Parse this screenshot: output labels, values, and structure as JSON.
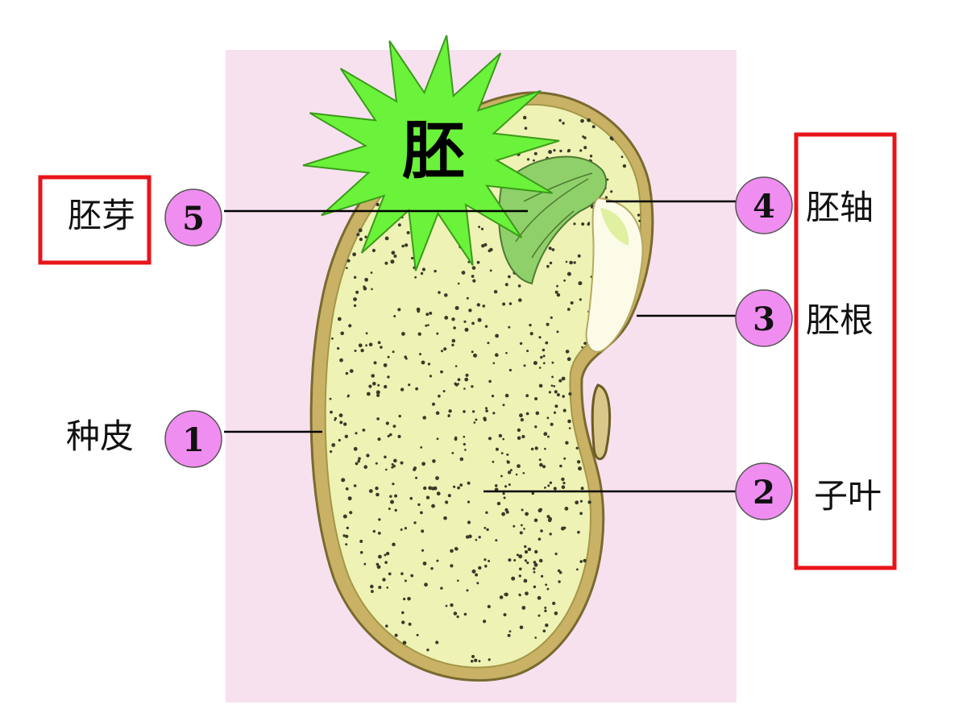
{
  "title_burst": "胚",
  "parts": [
    {
      "number": "5",
      "name": "胚芽"
    },
    {
      "number": "4",
      "name": "胚轴"
    },
    {
      "number": "3",
      "name": "胚根"
    },
    {
      "number": "1",
      "name": "种皮"
    },
    {
      "number": "2",
      "name": "子叶"
    }
  ],
  "colors": {
    "background_panel": "#f7e1ef",
    "seed_coat": "#c9b266",
    "cotyledon": "#eef2b4",
    "dots": "#3a3a2a",
    "plumule": "#8fd06a",
    "radicle": "#fbfbe8",
    "burst": "#6bf23a",
    "number_circle": "#f08df0",
    "highlight_box": "#e8141a",
    "leader_line": "#000000"
  }
}
